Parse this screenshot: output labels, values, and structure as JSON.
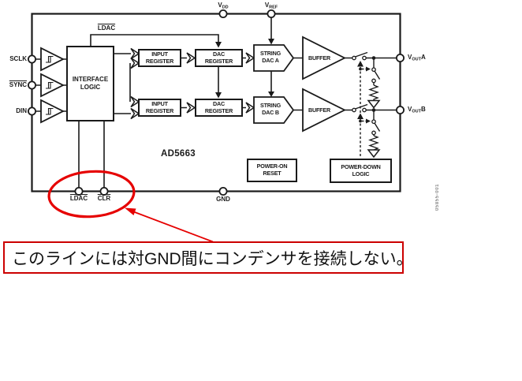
{
  "figure": {
    "part_number": "AD5663",
    "figure_code": "05855-001"
  },
  "pins": {
    "vdd": {
      "name": "V",
      "sub": "DD"
    },
    "vref": {
      "name": "V",
      "sub": "REF"
    },
    "sclk": {
      "name": "SCLK"
    },
    "sync": {
      "name": "SYNC"
    },
    "din": {
      "name": "DIN"
    },
    "ldac_top": {
      "name": "LDAC"
    },
    "ldac_bottom": {
      "name": "LDAC"
    },
    "clr": {
      "name": "CLR"
    },
    "gnd": {
      "name": "GND"
    },
    "vout_a": {
      "name": "V",
      "sub": "OUT",
      "suffix": "A"
    },
    "vout_b": {
      "name": "V",
      "sub": "OUT",
      "suffix": "B"
    }
  },
  "blocks": {
    "interface_logic": {
      "line1": "INTERFACE",
      "line2": "LOGIC"
    },
    "input_register_a": {
      "line1": "INPUT",
      "line2": "REGISTER"
    },
    "dac_register_a": {
      "line1": "DAC",
      "line2": "REGISTER"
    },
    "input_register_b": {
      "line1": "INPUT",
      "line2": "REGISTER"
    },
    "dac_register_b": {
      "line1": "DAC",
      "line2": "REGISTER"
    },
    "string_dac_a": {
      "line1": "STRING",
      "line2": "DAC A"
    },
    "string_dac_b": {
      "line1": "STRING",
      "line2": "DAC B"
    },
    "buffer_a": {
      "label": "BUFFER"
    },
    "buffer_b": {
      "label": "BUFFER"
    },
    "power_on_reset": {
      "line1": "POWER-ON",
      "line2": "RESET"
    },
    "power_down_logic": {
      "line1": "POWER-DOWN",
      "line2": "LOGIC"
    }
  },
  "annotation": {
    "text": "このラインには対GND間にコンデンサを接続しない。"
  },
  "colors": {
    "highlight_red": "#e60000",
    "annotation_border_red": "#cc0000",
    "diagram_black": "#1a1a1a"
  }
}
